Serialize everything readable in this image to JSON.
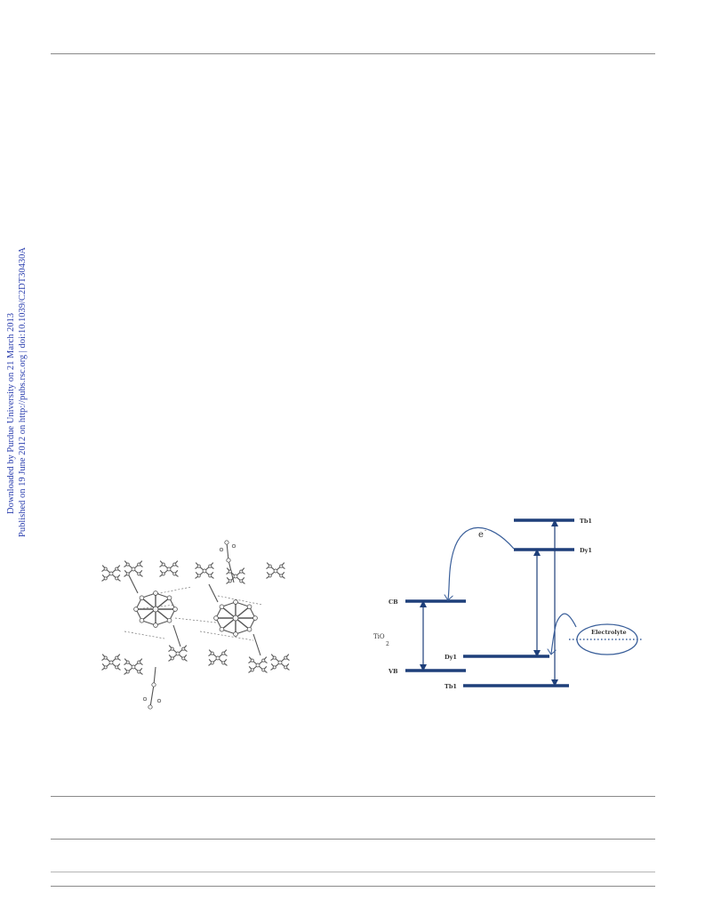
{
  "side_notice": {
    "line1": "Downloaded by Purdue University on 21 March 2013",
    "line2": "Published on 19 June 2012 on http://pubs.rsc.org | doi:10.1039/C2DT30430A"
  },
  "energy_diagram": {
    "labels": {
      "tb1_top": "Tb1",
      "dy1_top": "Dy1",
      "electron": "e",
      "cb": "CB",
      "tio2": "TiO",
      "tio2_sub": "2",
      "vb": "VB",
      "dy1_low": "Dy1",
      "tb1_low": "Tb1",
      "electrolyte": "Electrolyte"
    },
    "colors": {
      "level": "#1e3f7a",
      "arrow": "#3a5f9a",
      "text": "#333333"
    }
  },
  "structure_figure": {
    "description_icon": "crystal-structure-image"
  }
}
